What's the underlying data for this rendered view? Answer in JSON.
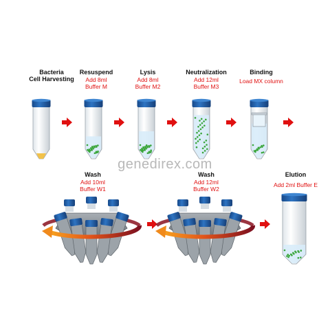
{
  "colors": {
    "cap": "#1e5fa8",
    "arrow": "#e01010",
    "text_red": "#e01010",
    "text_dark": "#111111",
    "rotor": "#8e969d",
    "green": "#3aa53a",
    "orange": "#f08a1c",
    "maroon": "#8a1220"
  },
  "steps": [
    {
      "title": "Bacteria",
      "title2": "Cell Harvesting",
      "sub": "",
      "sub2": ""
    },
    {
      "title": "Resuspend",
      "title2": "",
      "sub": "Add 8ml",
      "sub2": "Buffer M"
    },
    {
      "title": "Lysis",
      "title2": "",
      "sub": "Add 8ml",
      "sub2": "Buffer M2"
    },
    {
      "title": "Neutralization",
      "title2": "",
      "sub": "Add 12ml",
      "sub2": "Buffer M3"
    },
    {
      "title": "Binding",
      "title2": "",
      "sub": "Load MX column",
      "sub2": ""
    }
  ],
  "wash1": {
    "title": "Wash",
    "sub": "Add 10ml",
    "sub2": "Buffer W1"
  },
  "wash2": {
    "title": "Wash",
    "sub": "Add 12ml",
    "sub2": "Buffer W2"
  },
  "elution": {
    "title": "Elution",
    "sub": "Add 2ml Buffer E"
  },
  "watermark": "genedirex.com"
}
